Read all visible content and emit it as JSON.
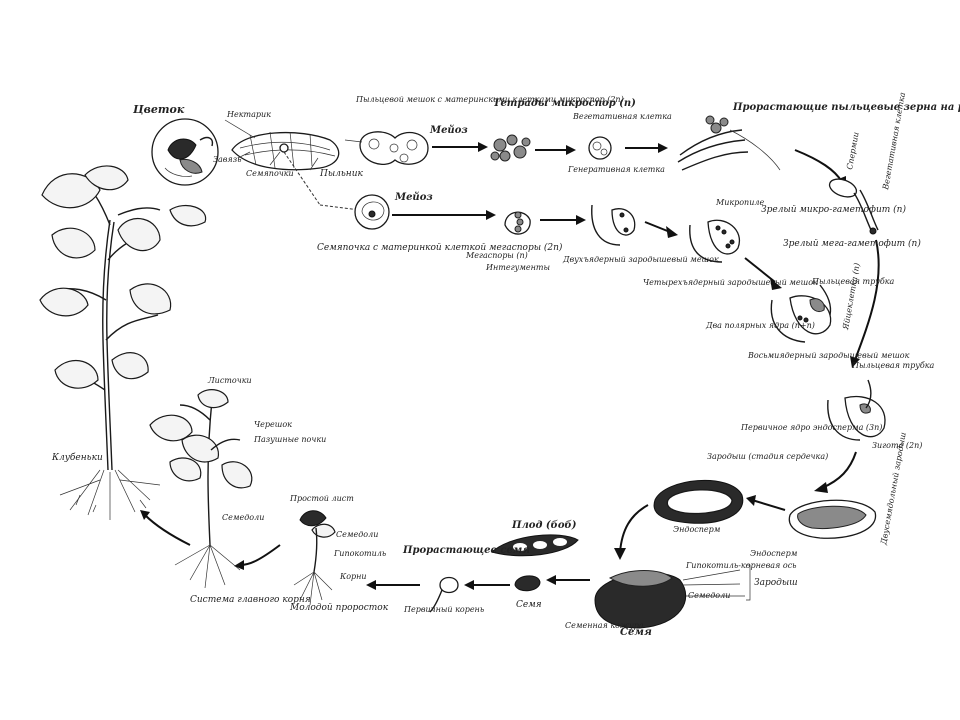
{
  "labels": {
    "flower": "Цветок",
    "nectary": "Нектарик",
    "pollen_sac": "Пыльцевой мешок с материнскими клетками микроспор (2n)",
    "meiosis_top": "Мейоз",
    "ovary": "Завязь",
    "ovules": "Семяпочки",
    "anther": "Пыльник",
    "tetrads": "Тетрады микроспор (n)",
    "vegetative_cell": "Вегетативная клетка",
    "generative_cell": "Генеративная клетка",
    "germinating_pollen": "Прорастающие пыльцевые зерна на рыльце",
    "sperm": "Спермии",
    "vegetative_cell_2": "Вегетативная клетка",
    "mature_micro": "Зрелый микро-гаметофит (n)",
    "meiosis_mid": "Мейоз",
    "ovule_mother": "Семяпочка с материнкой клеткой мегаспоры (2n)",
    "megaspores": "Мегаспоры (n)",
    "integuments": "Интегументы",
    "two_nucleate": "Двухъядерный зародышевый мешок",
    "micropyle": "Микропиле",
    "four_nucleate": "Четырехъядерный зародышевый мешок",
    "mature_mega": "Зрелый мега-гаметофит (n)",
    "pollen_tube": "Пыльцевая трубка",
    "egg_cell": "Яйцеклетка (n)",
    "two_polar": "Два полярных ядра (n+n)",
    "eight_nucleate": "Восьмиядерный зародышевый мешок",
    "pollen_tube_2": "Пыльцевая трубка",
    "primary_endosperm": "Первичное ядро эндосперма (3n)",
    "zygote": "Зигота (2n)",
    "embryo_heart": "Зародыш (стадия сердечка)",
    "cotyledon_embryo": "Двусемядольный зародыш",
    "endosperm_1": "Эндосперм",
    "endosperm_2": "Эндосперм",
    "hypocotyl_root": "Гипокотиль-корневая ось",
    "embryo": "Зародыш",
    "cotyledons": "Семедоли",
    "seed_coat": "Семенная кожура",
    "seed_big": "Семя",
    "fruit": "Плод (боб)",
    "seed_small": "Семя",
    "germinating_seed": "Прорастающее семя",
    "primary_root": "Первичный корень",
    "simple_leaf": "Простой лист",
    "cotyledons_seedling": "Семедоли",
    "hypocotyl": "Гипокотиль",
    "roots": "Корни",
    "young_seedling": "Молодой проросток",
    "leaflets": "Листочки",
    "petiole": "Черешок",
    "axillary_buds": "Пазушные почки",
    "cotyledons_plant": "Семедоли",
    "taproot_system": "Система главного корня",
    "nodules": "Клубеньки"
  }
}
